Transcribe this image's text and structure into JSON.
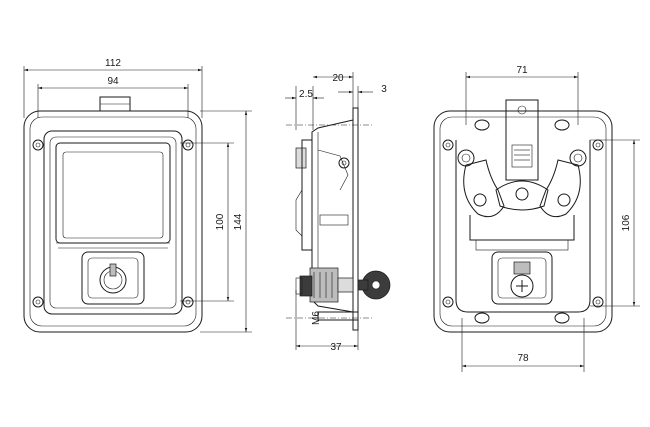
{
  "front_view": {
    "overall_width": "112",
    "inner_width": "94",
    "overall_height": "144",
    "inner_height": "100"
  },
  "side_view": {
    "depth_total": "20",
    "flange_thickness": "2.5",
    "plate_thickness": "3",
    "thread": "M6",
    "overall_depth": "37"
  },
  "back_view": {
    "top_width": "71",
    "bottom_width": "78",
    "height": "106"
  }
}
